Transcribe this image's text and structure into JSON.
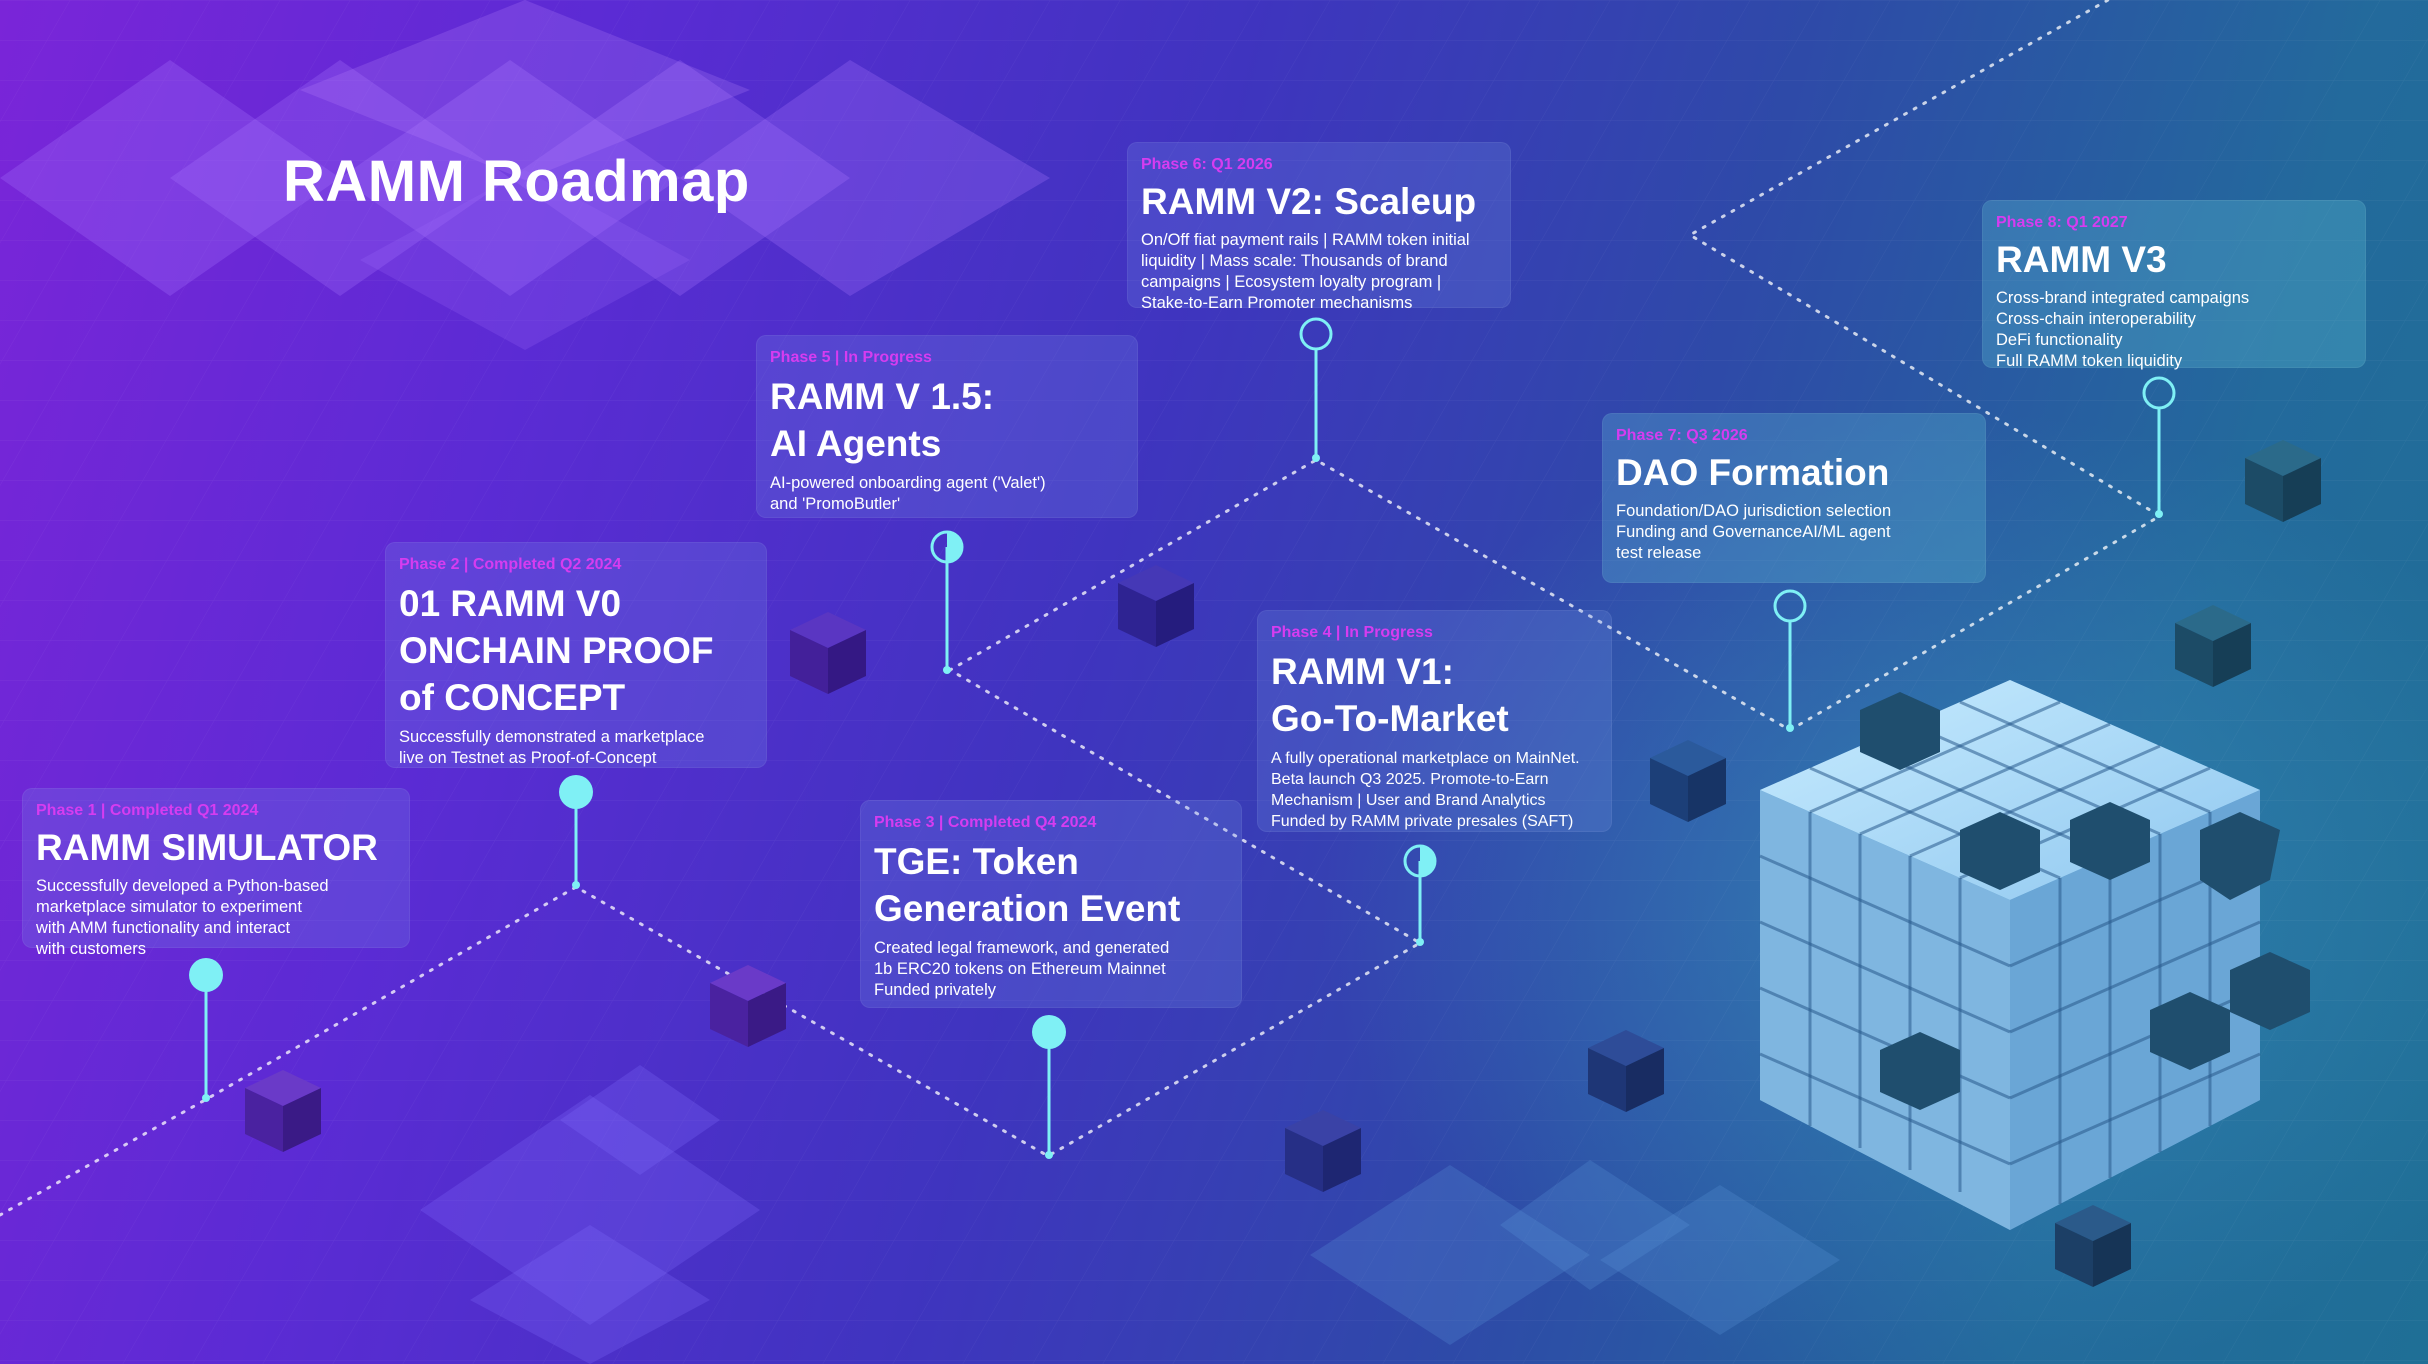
{
  "title": "RAMM Roadmap",
  "colors": {
    "phase_label": "#d63cf0",
    "pin": "#7ff0f5",
    "card": "rgba(120,150,230,0.22)"
  },
  "milestones": [
    {
      "phase": "Phase 1 | Completed Q1 2024",
      "heading": "RAMM SIMULATOR",
      "description": "Successfully developed a Python-based\nmarketplace simulator to experiment\nwith AMM functionality and interact\nwith customers",
      "status": "completed"
    },
    {
      "phase": "Phase 2 | Completed Q2 2024",
      "heading": "01 RAMM V0\nONCHAIN PROOF\nof CONCEPT",
      "description": "Successfully demonstrated a marketplace\nlive on Testnet as Proof-of-Concept",
      "status": "completed"
    },
    {
      "phase": "Phase 3 | Completed Q4 2024",
      "heading": "TGE: Token\nGeneration Event",
      "description": "Created legal framework, and generated\n1b ERC20 tokens on Ethereum Mainnet\nFunded privately",
      "status": "completed"
    },
    {
      "phase": "Phase 4 | In Progress",
      "heading": "RAMM V1:\nGo-To-Market",
      "description": "A fully operational marketplace on MainNet.\nBeta launch Q3 2025. Promote-to-Earn\nMechanism  |  User and Brand Analytics\n Funded by RAMM private presales (SAFT)",
      "status": "in-progress"
    },
    {
      "phase": "Phase 5 | In Progress",
      "heading": "RAMM V 1.5:\nAI Agents",
      "description": "AI-powered onboarding agent ('Valet')\nand 'PromoButler'",
      "status": "in-progress"
    },
    {
      "phase": "Phase 6: Q1 2026",
      "heading": "RAMM V2: Scaleup",
      "description": "On/Off fiat payment rails | RAMM token initial\nliquidity | Mass scale: Thousands of brand\ncampaigns | Ecosystem loyalty program |\nStake-to-Earn Promoter mechanisms",
      "status": "planned"
    },
    {
      "phase": "Phase 7: Q3 2026",
      "heading": "DAO Formation",
      "description": "Foundation/DAO jurisdiction selection\nFunding and GovernanceAI/ML agent\ntest release",
      "status": "planned"
    },
    {
      "phase": "Phase 8: Q1 2027",
      "heading": "RAMM V3",
      "description": "Cross-brand integrated campaigns\nCross-chain interoperability\nDeFi functionality\nFull RAMM token liquidity",
      "status": "planned"
    }
  ]
}
